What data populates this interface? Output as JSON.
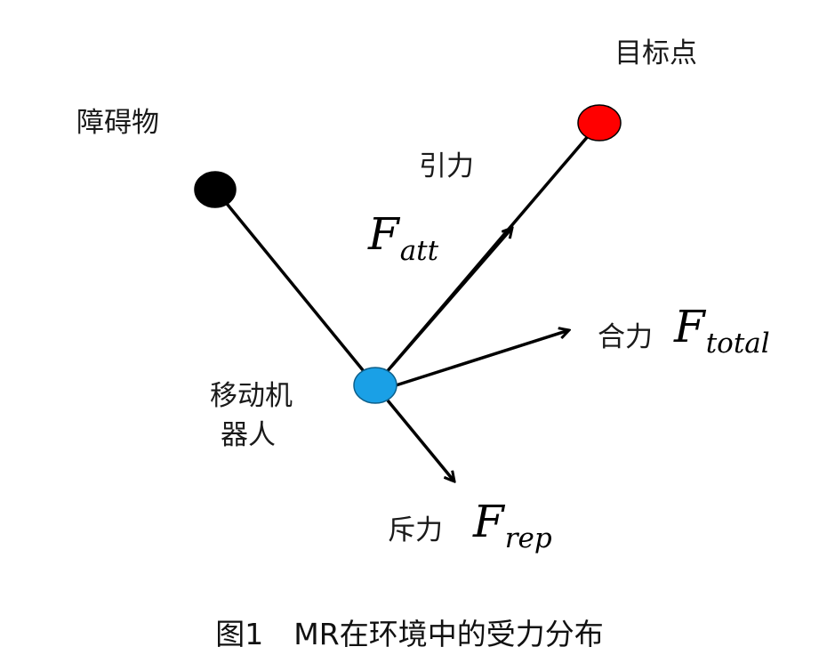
{
  "nodes": {
    "obstacle": {
      "label": "障碍物",
      "color": "#000000"
    },
    "goal": {
      "label": "目标点",
      "color": "#ff0000"
    },
    "robot": {
      "label_line1": "移动机",
      "label_line2": "器人",
      "color": "#1aa0e6"
    }
  },
  "forces": {
    "attraction": {
      "label": "引力",
      "symbol": "F",
      "subscript": "att"
    },
    "total": {
      "label": "合力",
      "symbol": "F",
      "subscript": "total"
    },
    "repulsion": {
      "label": "斥力",
      "symbol": "F",
      "subscript": "rep"
    }
  },
  "caption": {
    "number": "图1",
    "text": "MR在环境中的受力分布"
  }
}
